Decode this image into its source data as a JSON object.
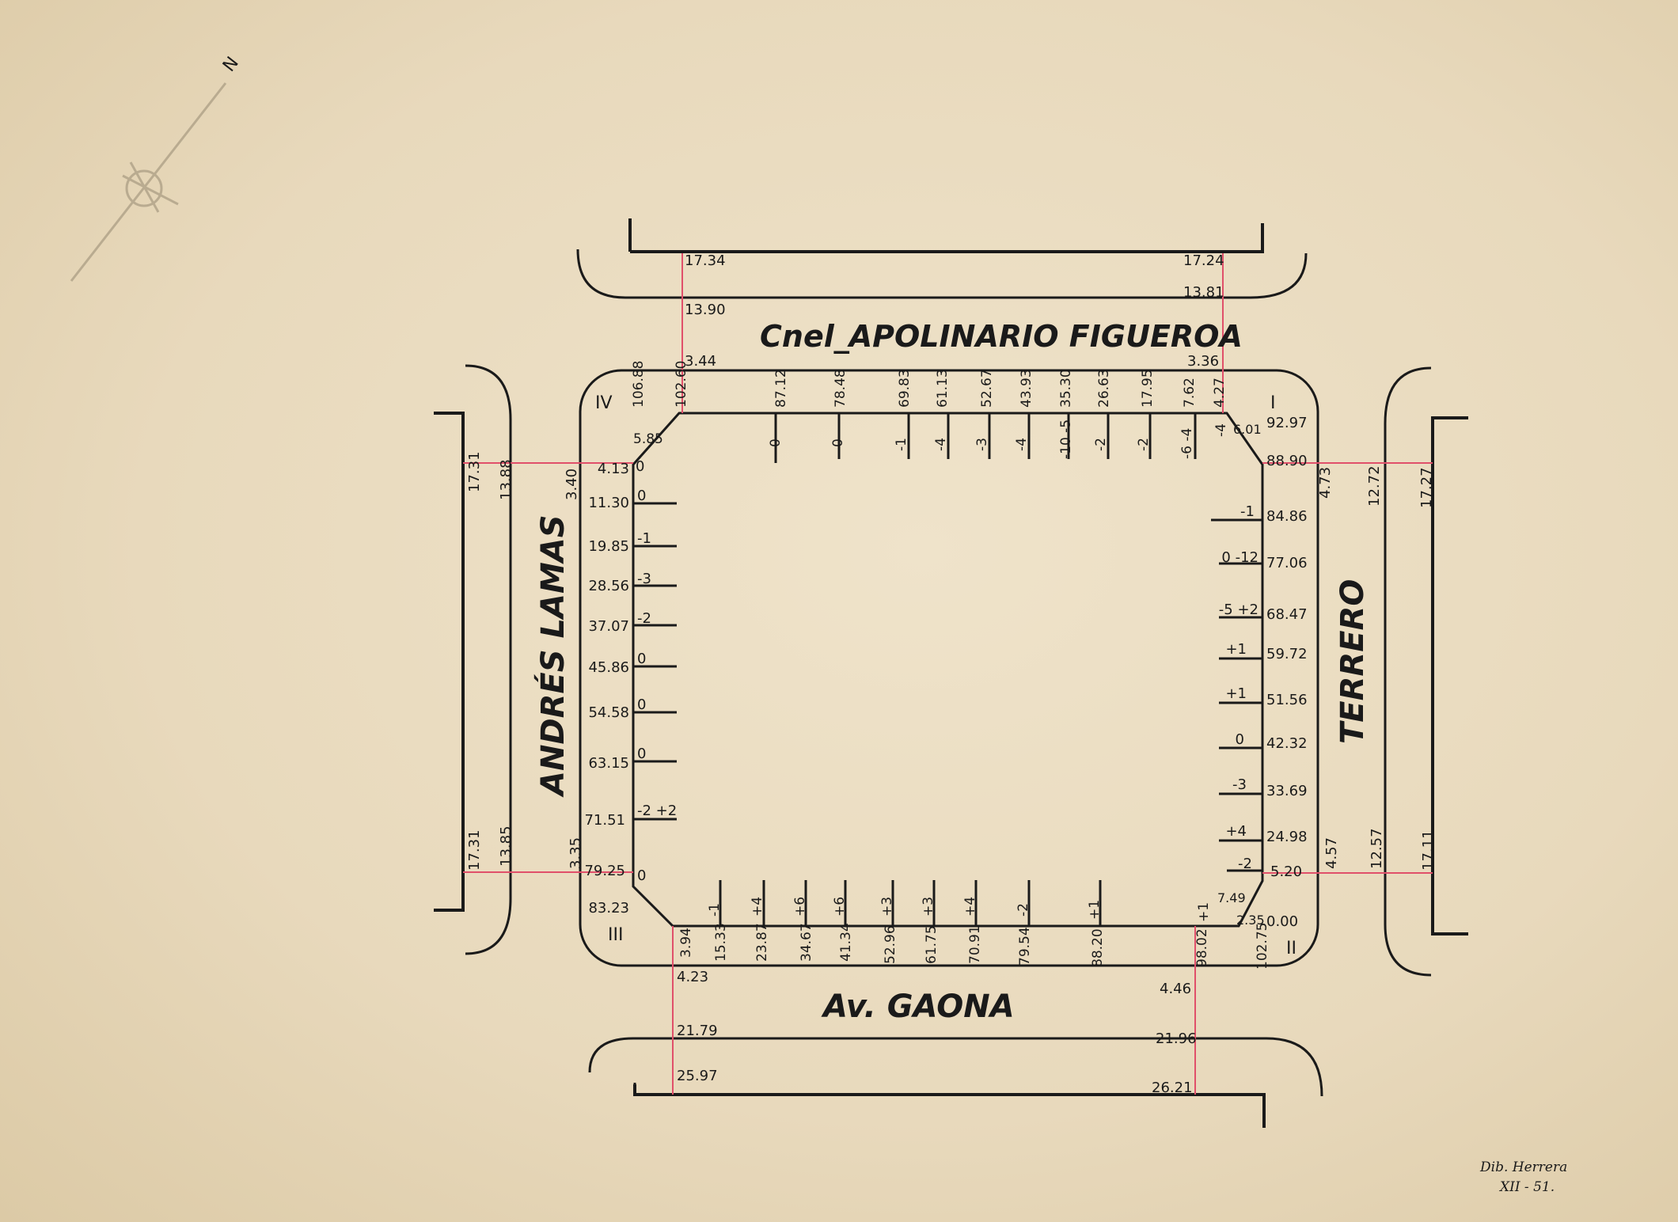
{
  "streets": {
    "north": "Cnel_APOLINARIO FIGUEROA",
    "south": "Av. GAONA",
    "west": "ANDRÉS LAMAS",
    "east": "TERRERO"
  },
  "north_arrow": "N",
  "corners": [
    "I",
    "II",
    "III",
    "IV"
  ],
  "signature": {
    "name": "Dib. Herrera",
    "date": "XII - 51."
  },
  "outer_levels": {
    "north": [
      "17.34",
      "13.90",
      "3.44",
      "17.24",
      "13.81",
      "3.36"
    ],
    "south": [
      "4.23",
      "21.79",
      "25.97",
      "4.46",
      "21.96",
      "26.21"
    ],
    "west": [
      "17.31",
      "13.88",
      "3.40",
      "17.31",
      "13.85",
      "3.35"
    ],
    "east": [
      "4.73",
      "12.72",
      "17.27",
      "4.57",
      "12.57",
      "17.11"
    ]
  },
  "north_face": {
    "progressives": [
      "106.88",
      "102.60",
      "87.12",
      "78.48",
      "69.83",
      "61.13",
      "52.67",
      "43.93",
      "35.30",
      "26.63",
      "17.95",
      "7.62",
      "4.27"
    ],
    "offsets": [
      "0",
      "0",
      "-1",
      "-4",
      "-3",
      "-4",
      "-10 -5",
      "-2",
      "-2",
      "-6 -4",
      "-4"
    ]
  },
  "west_face": {
    "progressives": [
      "4.13",
      "11.30",
      "19.85",
      "28.56",
      "37.07",
      "45.86",
      "54.58",
      "63.15",
      "71.51",
      "79.25",
      "83.23"
    ],
    "offsets": [
      "0",
      "0",
      "-1",
      "-3",
      "-2",
      "0",
      "0",
      "0",
      "-2 +2",
      "0"
    ],
    "chamfer": "5.85"
  },
  "east_face": {
    "progressives": [
      "92.97",
      "88.90",
      "84.86",
      "77.06",
      "68.47",
      "59.72",
      "51.56",
      "42.32",
      "33.69",
      "24.98",
      "5.20",
      "0.00"
    ],
    "offsets": [
      "-1",
      "0 -12",
      "-5 +2",
      "+1",
      "+1",
      "0",
      "-3",
      "+4",
      "-2"
    ],
    "chamfers": [
      "6.01",
      "7.49",
      "2.35"
    ]
  },
  "south_face": {
    "progressives": [
      "3.94",
      "15.33",
      "23.87",
      "34.67",
      "41.34",
      "52.96",
      "61.75",
      "70.91",
      "79.54",
      "88.20",
      "98.02",
      "102.75"
    ],
    "offsets": [
      "-1",
      "+4",
      "+6",
      "+6",
      "+3",
      "+3",
      "+4",
      "-2",
      "+1",
      "+1"
    ]
  }
}
